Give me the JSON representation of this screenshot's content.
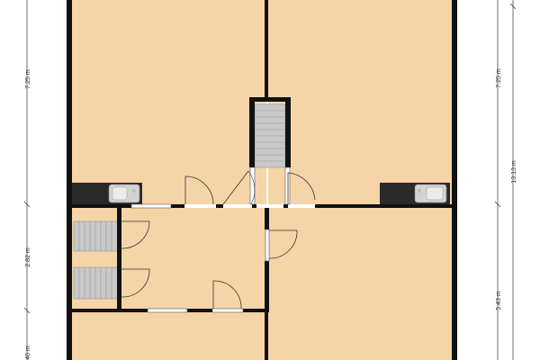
{
  "colors": {
    "floor": "#F5D5A8",
    "wall": "#111111",
    "stair": "#C9C9C9",
    "background": "#FFFFFF",
    "dimension": "#333333"
  },
  "dimensions": {
    "left_top": "7.25 m",
    "left_middle": "2.82 m",
    "left_bottom": "46 m",
    "right_top": "7.25 m",
    "right_overall": "13.13 m",
    "right_bottom": "5.43 m"
  },
  "icons": [
    "stair-icon",
    "sink-icon",
    "door-swing-icon",
    "window-icon"
  ]
}
